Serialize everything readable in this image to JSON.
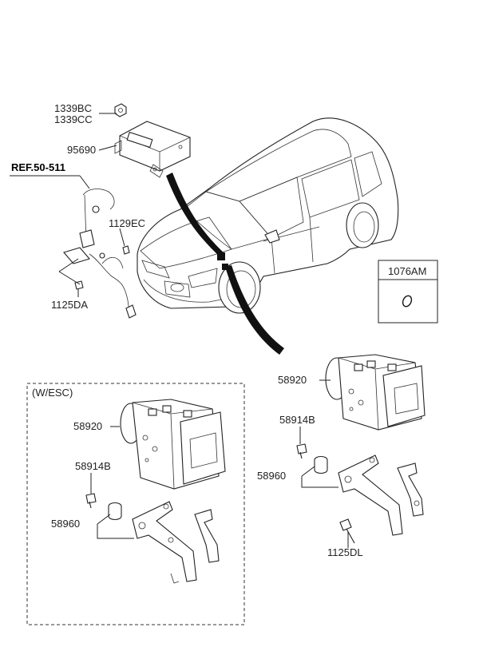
{
  "labels": {
    "l1339bc": "1339BC",
    "l1339cc": "1339CC",
    "l95690": "95690",
    "ref": "REF.50-511",
    "l1129ec": "1129EC",
    "l1125da": "1125DA",
    "l1076am": "1076AM",
    "l58920_right": "58920",
    "l58914b_right": "58914B",
    "l58960_right": "58960",
    "l1125dl": "1125DL",
    "wesc": "(W/ESC)",
    "l58920_left": "58920",
    "l58914b_left": "58914B",
    "l58960_left": "58960"
  }
}
